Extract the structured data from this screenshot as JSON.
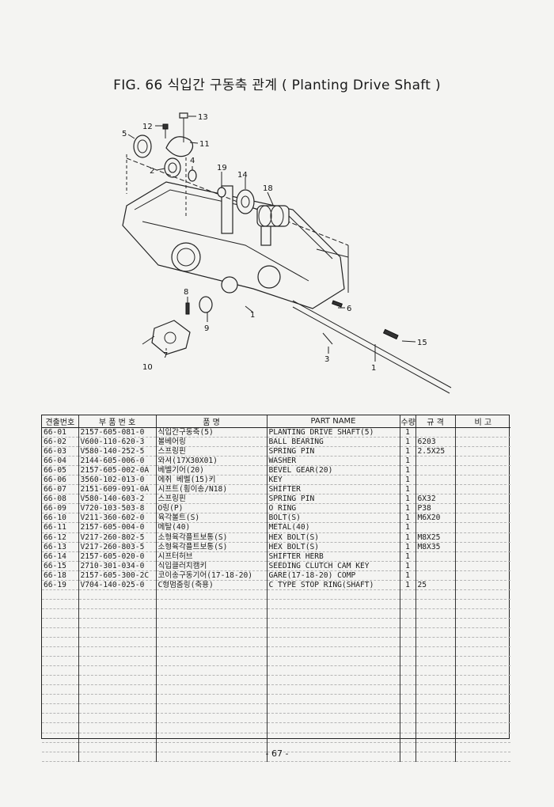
{
  "title": {
    "fig": "FIG. 66",
    "korean": "식입간 구동축 관계",
    "english": "( Planting Drive Shaft )"
  },
  "diagram_labels": [
    "13",
    "12",
    "5",
    "11",
    "4",
    "2",
    "19",
    "14",
    "18",
    "8",
    "9",
    "1",
    "6",
    "7",
    "10",
    "3",
    "15",
    "1"
  ],
  "table": {
    "headers": [
      "견출번호",
      "부 품 번 호",
      "품 명",
      "PART NAME",
      "수량",
      "규 격",
      "비 고"
    ],
    "rows": [
      [
        "66-01",
        "2157-605-081-0",
        "식입간구동축(5)",
        "PLANTING DRIVE SHAFT(5)",
        "1",
        "",
        ""
      ],
      [
        "66-02",
        "V600-110-620-3",
        "볼베어링",
        "BALL BEARING",
        "1",
        "6203",
        ""
      ],
      [
        "66-03",
        "V580-140-252-5",
        "스프링핀",
        "SPRING PIN",
        "1",
        "2.5X25",
        ""
      ],
      [
        "66-04",
        "2144-605-006-0",
        "와셔(17X30X01)",
        "WASHER",
        "1",
        "",
        ""
      ],
      [
        "66-05",
        "2157-605-002-0A",
        "베벨기어(20)",
        "BEVEL GEAR(20)",
        "1",
        "",
        ""
      ],
      [
        "66-06",
        "3560-102-013-0",
        "에취 베벨(15)키",
        "KEY",
        "1",
        "",
        ""
      ],
      [
        "66-07",
        "2151-609-091-0A",
        "시프트(횡이송/N18)",
        "SHIFTER",
        "1",
        "",
        ""
      ],
      [
        "66-08",
        "V580-140-603-2",
        "스프링핀",
        "SPRING PIN",
        "1",
        "6X32",
        ""
      ],
      [
        "66-09",
        "V720-103-503-8",
        "O링(P)",
        "O RING",
        "1",
        "P38",
        ""
      ],
      [
        "66-10",
        "V211-360-602-0",
        "육각볼트(S)",
        "BOLT(S)",
        "1",
        "M6X20",
        ""
      ],
      [
        "66-11",
        "2157-605-004-0",
        "메탈(40)",
        "METAL(40)",
        "1",
        "",
        ""
      ],
      [
        "66-12",
        "V217-260-802-5",
        "소형육각플트보통(S)",
        "HEX BOLT(S)",
        "1",
        "M8X25",
        ""
      ],
      [
        "66-13",
        "V217-260-803-5",
        "소형육각플트보통(S)",
        "HEX BOLT(S)",
        "1",
        "M8X35",
        ""
      ],
      [
        "66-14",
        "2157-605-020-0",
        "시프터허브",
        "SHIFTER HERB",
        "1",
        "",
        ""
      ],
      [
        "66-15",
        "2710-301-034-0",
        "식입클러치캠키",
        "SEEDING CLUTCH CAM KEY",
        "1",
        "",
        ""
      ],
      [
        "66-18",
        "2157-605-300-2C",
        "코이송구동기어(17-18-20)",
        "GARE(17-18-20) COMP",
        "1",
        "",
        ""
      ],
      [
        "66-19",
        "V704-140-025-0",
        "C형멈춤링(축용)",
        "C TYPE STOP RING(SHAFT)",
        "1",
        "25",
        ""
      ]
    ],
    "empty_rows": 18
  },
  "page_number": "- 67 -"
}
